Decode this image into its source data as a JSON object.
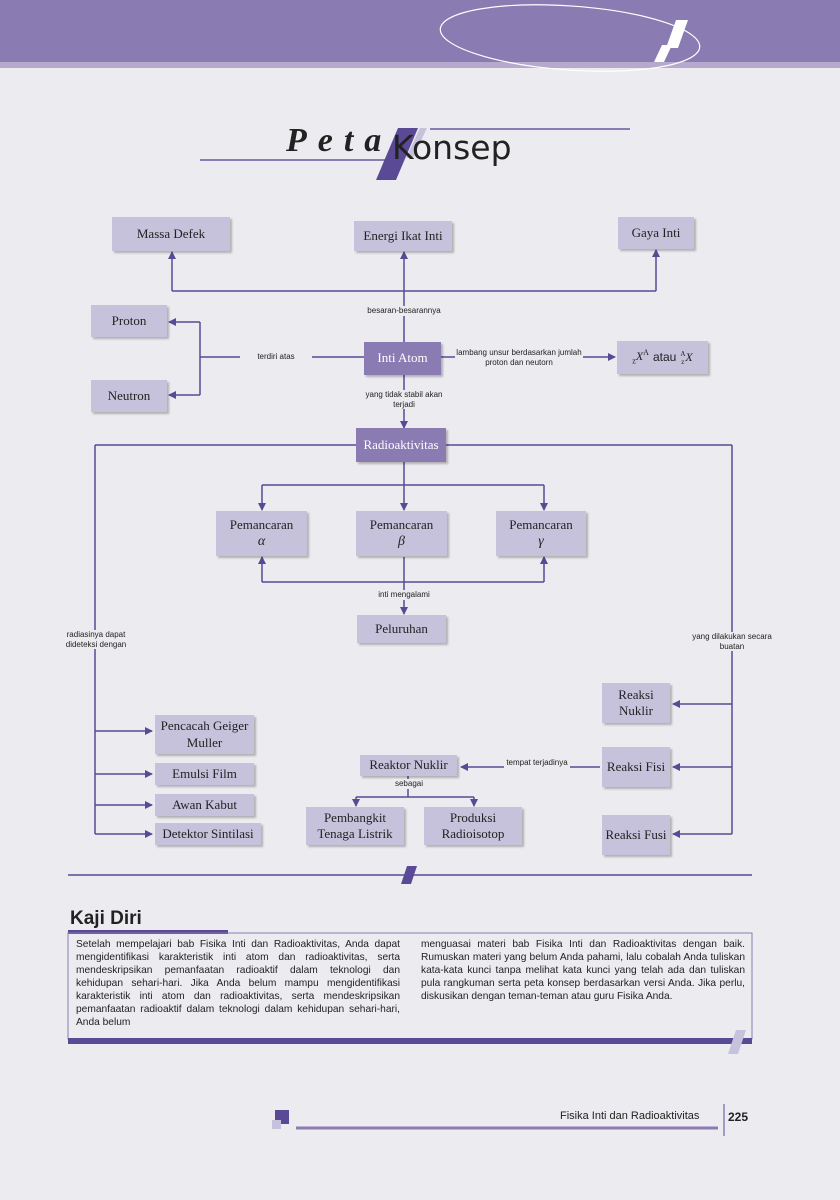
{
  "header": {
    "title_part1": "Peta",
    "title_part2": "Konsep"
  },
  "concept_map": {
    "top_boxes": {
      "massa_defek": "Massa Defek",
      "energi_ikat": "Energi Ikat Inti",
      "gaya_inti": "Gaya Inti"
    },
    "besaran_label": "besaran-besarannya",
    "proton": "Proton",
    "neutron": "Neutron",
    "terdiri_label": "terdiri atas",
    "inti_atom": "Inti Atom",
    "lambang_label": "lambang unsur berdasarkan jumlah proton dan neutorn",
    "notation": {
      "a": "X",
      "atau": "atau",
      "b": "X",
      "sub_z": "z",
      "sup_a": "A"
    },
    "tidak_stabil_label": "yang tidak stabil akan terjadi",
    "radioaktivitas": "Radioaktivitas",
    "pemancaran_word": "Pemancaran",
    "alpha": "α",
    "beta": "β",
    "gamma": "γ",
    "inti_mengalami_label": "inti mengalami",
    "peluruhan": "Peluruhan",
    "radiasi_label": "radiasinya dapat dideteksi dengan",
    "dilakukan_label": "yang dilakukan secara buatan",
    "detectors": {
      "pencacah": "Pencacah Geiger Muller",
      "emulsi": "Emulsi Film",
      "awan": "Awan Kabut",
      "detektor": "Detektor Sintilasi"
    },
    "reaksi": {
      "nuklir": "Reaksi Nuklir",
      "fisi": "Reaksi Fisi",
      "fusi": "Reaksi Fusi"
    },
    "tempat_label": "tempat terjadinya",
    "reaktor": "Reaktor Nuklir",
    "sebagai_label": "sebagai",
    "pembangkit": "Pembangkit Tenaga Listrik",
    "produksi": "Produksi Radioisotop"
  },
  "kaji_diri": {
    "title": "Kaji Diri",
    "col1": "Setelah mempelajari bab Fisika Inti dan Radioaktivitas, Anda dapat mengidentifikasi karakteristik inti atom dan radioaktivitas, serta mendeskripsikan pemanfaatan radioaktif dalam teknologi dan kehidupan sehari-hari. Jika Anda belum mampu mengidentifikasi karakteristik inti atom dan radioaktivitas, serta mendeskripsikan pemanfaatan radioaktif dalam teknologi dalam kehidupan sehari-hari, Anda belum",
    "col2": "menguasai materi bab Fisika Inti dan Radioaktivitas dengan baik. Rumuskan materi yang belum Anda pahami, lalu cobalah Anda tuliskan kata-kata kunci tanpa melihat kata kunci yang telah ada dan tuliskan pula rangkuman serta peta konsep berdasarkan versi Anda. Jika perlu, diskusikan dengan teman-teman atau guru Fisika Anda."
  },
  "footer": {
    "chapter": "Fisika Inti dan Radioaktivitas",
    "page": "225"
  },
  "colors": {
    "accent": "#8a7bb2",
    "accent_dark": "#5a4a96",
    "box": "#c7c2dc",
    "line": "#5a4a96",
    "background": "#ececf0"
  }
}
